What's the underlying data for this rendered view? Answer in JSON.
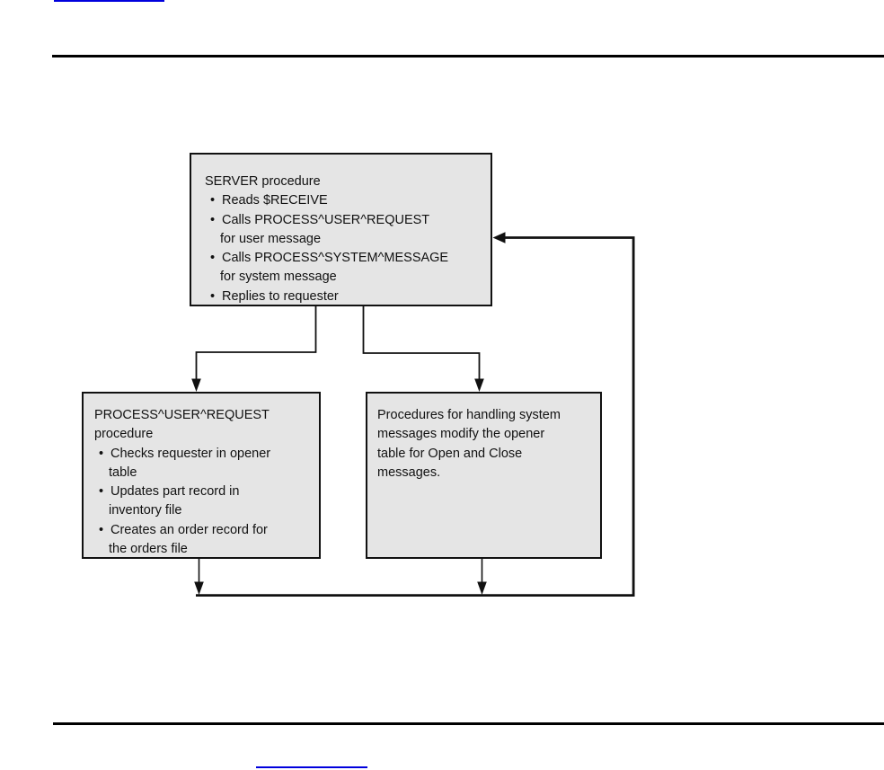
{
  "page": {
    "colors": {
      "background": "#ffffff",
      "link": "#0000dd",
      "rule": "#000000",
      "box_fill": "#e5e5e5",
      "box_border": "#111111",
      "connector": "#111111"
    }
  },
  "diagram": {
    "bullet_char": "•",
    "server_box": {
      "title": "SERVER procedure",
      "items": [
        {
          "text": "Reads $RECEIVE"
        },
        {
          "text": "Calls PROCESS^USER^REQUEST",
          "wrap": "for user message"
        },
        {
          "text": "Calls PROCESS^SYSTEM^MESSAGE",
          "wrap": "for system message"
        },
        {
          "text": "Replies to requester"
        }
      ]
    },
    "user_request_box": {
      "title": "PROCESS^USER^REQUEST",
      "title_wrap": "procedure",
      "items": [
        {
          "text": "Checks requester in opener",
          "wrap": "table"
        },
        {
          "text": "Updates part record in",
          "wrap": "inventory file"
        },
        {
          "text": "Creates an order record for",
          "wrap": "the orders file"
        }
      ]
    },
    "system_message_box": {
      "text_lines": [
        "Procedures for handling system",
        "messages modify the opener",
        "table for Open and Close",
        "messages."
      ]
    }
  }
}
